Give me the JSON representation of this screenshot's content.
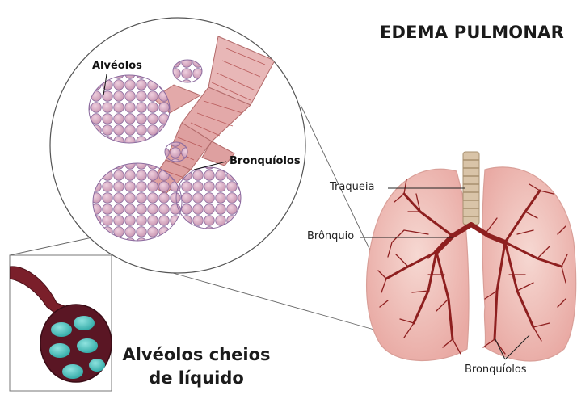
{
  "title": "EDEMA PULMONAR",
  "labels": {
    "alveolos": "Alvéolos",
    "bronquiolos_zoom": "Bronquíolos",
    "traqueia": "Traqueia",
    "bronquio": "Brônquio",
    "bronquiolos_lung": "Bronquíolos"
  },
  "caption": {
    "line1": "Alvéolos cheios",
    "line2": "de líquido"
  },
  "colors": {
    "alveoli": "#d9a9c0",
    "bronchi": "#c96a6a",
    "lung": "#f2c6c0",
    "airway_tree": "#8e1f1f",
    "fluid": "#49c2bf"
  }
}
